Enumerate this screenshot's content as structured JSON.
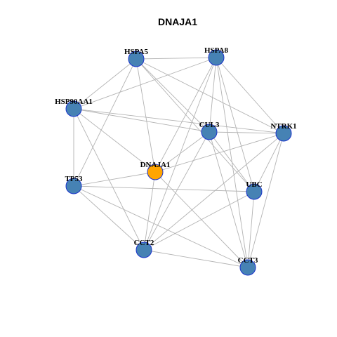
{
  "title": "DNAJA1",
  "colors": {
    "node_default": "#4682b4",
    "node_highlight": "#ffa500",
    "node_border": "#1a33cc",
    "edge": "#b3b3b3"
  },
  "nodes": [
    {
      "id": "HSPA5",
      "label": "HSPA5",
      "highlight": false
    },
    {
      "id": "HSPA8",
      "label": "HSPA8",
      "highlight": false
    },
    {
      "id": "HSP90AA1",
      "label": "HSP90AA1",
      "highlight": false
    },
    {
      "id": "CUL3",
      "label": "CUL3",
      "highlight": false
    },
    {
      "id": "NTRK1",
      "label": "NTRK1",
      "highlight": false
    },
    {
      "id": "DNAJA1",
      "label": "DNAJA1",
      "highlight": true
    },
    {
      "id": "TP53",
      "label": "TP53",
      "highlight": false
    },
    {
      "id": "UBC",
      "label": "UBC",
      "highlight": false
    },
    {
      "id": "CCT2",
      "label": "CCT2",
      "highlight": false
    },
    {
      "id": "CCT3",
      "label": "CCT3",
      "highlight": false
    }
  ],
  "edges": [
    [
      "HSPA5",
      "HSPA8"
    ],
    [
      "HSPA5",
      "HSP90AA1"
    ],
    [
      "HSPA5",
      "CUL3"
    ],
    [
      "HSPA5",
      "NTRK1"
    ],
    [
      "HSPA5",
      "DNAJA1"
    ],
    [
      "HSPA5",
      "TP53"
    ],
    [
      "HSPA5",
      "UBC"
    ],
    [
      "HSPA8",
      "HSP90AA1"
    ],
    [
      "HSPA8",
      "CUL3"
    ],
    [
      "HSPA8",
      "NTRK1"
    ],
    [
      "HSPA8",
      "DNAJA1"
    ],
    [
      "HSPA8",
      "UBC"
    ],
    [
      "HSPA8",
      "CCT2"
    ],
    [
      "HSPA8",
      "CCT3"
    ],
    [
      "HSP90AA1",
      "CUL3"
    ],
    [
      "HSP90AA1",
      "NTRK1"
    ],
    [
      "HSP90AA1",
      "DNAJA1"
    ],
    [
      "HSP90AA1",
      "TP53"
    ],
    [
      "HSP90AA1",
      "CCT2"
    ],
    [
      "CUL3",
      "NTRK1"
    ],
    [
      "CUL3",
      "DNAJA1"
    ],
    [
      "CUL3",
      "UBC"
    ],
    [
      "CUL3",
      "CCT2"
    ],
    [
      "CUL3",
      "CCT3"
    ],
    [
      "NTRK1",
      "DNAJA1"
    ],
    [
      "NTRK1",
      "UBC"
    ],
    [
      "NTRK1",
      "CCT2"
    ],
    [
      "NTRK1",
      "CCT3"
    ],
    [
      "DNAJA1",
      "TP53"
    ],
    [
      "DNAJA1",
      "CCT2"
    ],
    [
      "DNAJA1",
      "CCT3"
    ],
    [
      "TP53",
      "UBC"
    ],
    [
      "TP53",
      "CCT2"
    ],
    [
      "TP53",
      "CCT3"
    ],
    [
      "UBC",
      "CCT2"
    ],
    [
      "UBC",
      "CCT3"
    ],
    [
      "CCT2",
      "CCT3"
    ]
  ]
}
